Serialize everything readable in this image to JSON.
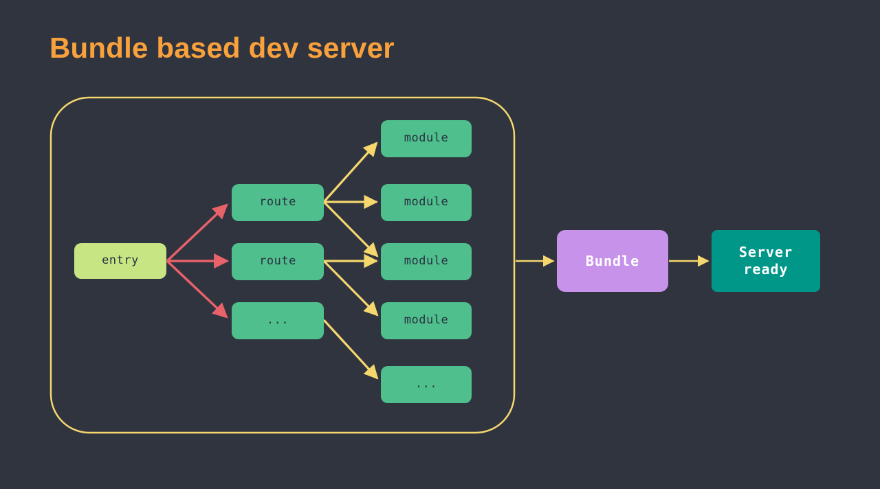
{
  "slide": {
    "title": "Bundle based dev server",
    "background_color": "#30343f",
    "title_color": "#f9a13c"
  },
  "colors": {
    "entry_fill": "#c7e583",
    "node_fill": "#4fc08d",
    "bundle_fill": "#c792ea",
    "server_fill": "#009688",
    "yellow_edge": "#f5d76e",
    "red_edge": "#e8626a",
    "node_text": "#2a3142",
    "light_text": "#ffffff"
  },
  "group": {
    "name": "bundling-group",
    "border_color": "#f5d76e"
  },
  "nodes": {
    "entry": {
      "label": "entry"
    },
    "route_1": {
      "label": "route"
    },
    "route_2": {
      "label": "route"
    },
    "route_more": {
      "label": "..."
    },
    "module_1": {
      "label": "module"
    },
    "module_2": {
      "label": "module"
    },
    "module_3": {
      "label": "module"
    },
    "module_4": {
      "label": "module"
    },
    "module_more": {
      "label": "..."
    },
    "bundle": {
      "label": "Bundle"
    },
    "server_ready": {
      "line1": "Server",
      "line2": "ready"
    }
  },
  "edges": [
    {
      "name": "entry-to-route-1",
      "color": "#e8626a"
    },
    {
      "name": "entry-to-route-2",
      "color": "#e8626a"
    },
    {
      "name": "entry-to-route-more",
      "color": "#e8626a"
    },
    {
      "name": "route-1-to-module-1",
      "color": "#f5d76e"
    },
    {
      "name": "route-1-to-module-2",
      "color": "#f5d76e"
    },
    {
      "name": "route-1-to-module-3",
      "color": "#f5d76e"
    },
    {
      "name": "route-2-to-module-3",
      "color": "#f5d76e"
    },
    {
      "name": "route-2-to-module-4",
      "color": "#f5d76e"
    },
    {
      "name": "route-more-to-module-more",
      "color": "#f5d76e"
    },
    {
      "name": "group-to-bundle",
      "color": "#f5d76e"
    },
    {
      "name": "bundle-to-server-ready",
      "color": "#f5d76e"
    }
  ]
}
